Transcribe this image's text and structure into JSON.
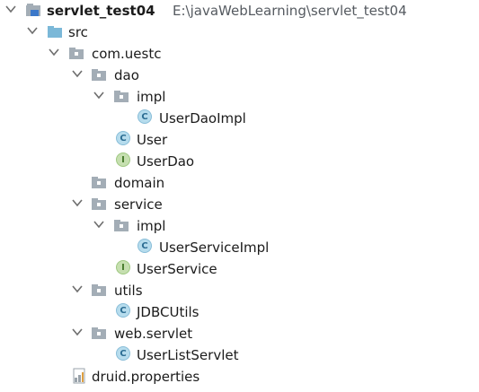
{
  "project": {
    "name": "servlet_test04",
    "path": "E:\\javaWebLearning\\servlet_test04"
  },
  "tree": {
    "src": "src",
    "package_root": "com.uestc",
    "dao": "dao",
    "dao_impl": "impl",
    "user_dao_impl": "UserDaoImpl",
    "user": "User",
    "user_dao": "UserDao",
    "domain": "domain",
    "service": "service",
    "service_impl": "impl",
    "user_service_impl": "UserServiceImpl",
    "user_service": "UserService",
    "utils": "utils",
    "jdbc_utils": "JDBCUtils",
    "web_servlet": "web.servlet",
    "user_list_servlet": "UserListServlet",
    "druid_properties": "druid.properties"
  },
  "icons": {
    "class_letter": "C",
    "interface_letter": "I",
    "folder_color": "#a3adb6",
    "source_folder_color": "#7bb8d8",
    "class_color": "#b6dced",
    "interface_color": "#c6dfb0"
  }
}
